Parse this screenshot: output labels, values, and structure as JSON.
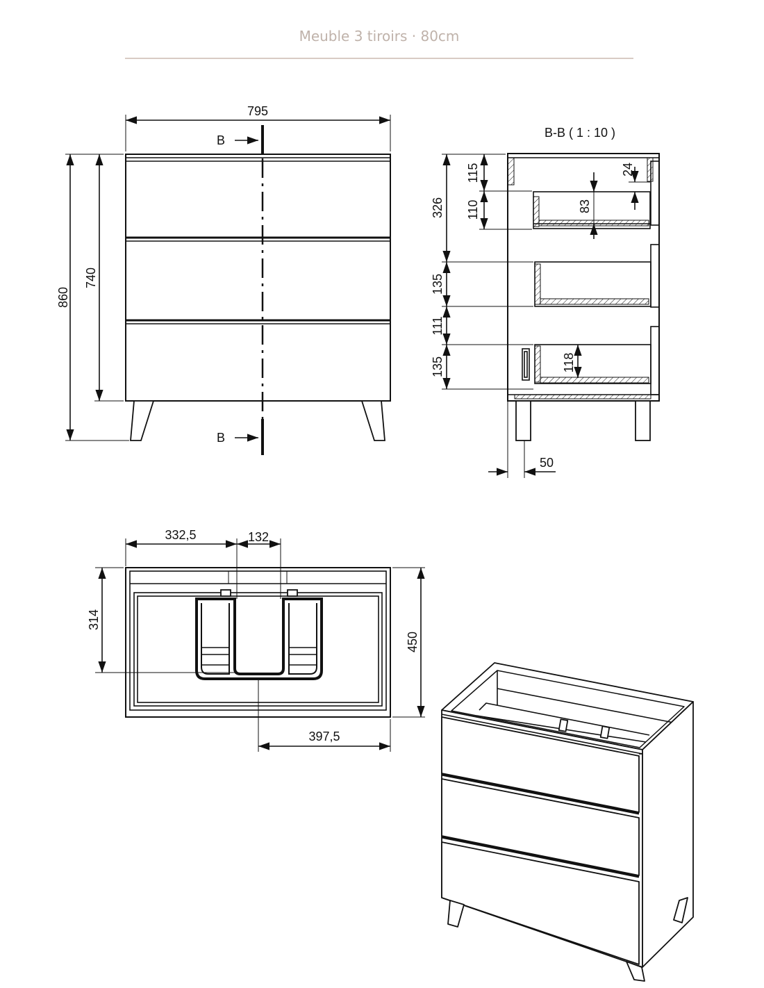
{
  "title": "Meuble 3 tiroirs · 80cm",
  "front_view": {
    "width": "795",
    "total_height": "860",
    "body_height": "740",
    "section_label_top": "B",
    "section_label_bottom": "B"
  },
  "section_view": {
    "title": "B-B ( 1 : 10 )",
    "dims": {
      "d115": "115",
      "d110": "110",
      "d326": "326",
      "d24": "24",
      "d83": "83",
      "d135a": "135",
      "d111": "111",
      "d135b": "135",
      "d118": "118",
      "d50": "50"
    }
  },
  "top_view": {
    "d332_5": "332,5",
    "d132": "132",
    "d314": "314",
    "d450": "450",
    "d397_5": "397,5"
  }
}
